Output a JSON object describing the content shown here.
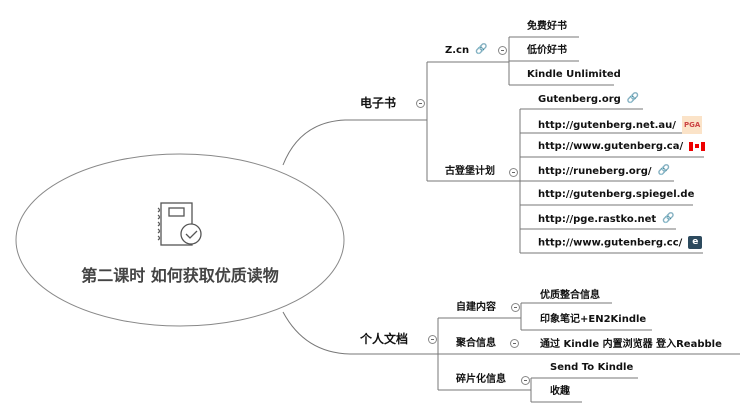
{
  "root": {
    "title": "第二课时 如何获取优质读物",
    "icon": "notebook-check-icon"
  },
  "ebook": {
    "label": "电子书",
    "zcn": {
      "label": "Z.cn",
      "icon": "link-icon",
      "children": [
        "免费好书",
        "低价好书",
        "Kindle Unlimited"
      ]
    },
    "gutenberg": {
      "label": "古登堡计划",
      "children": [
        {
          "label": "Gutenberg.org",
          "icon": "link-icon"
        },
        {
          "label": "http://gutenberg.net.au/",
          "icon": "pga-logo-icon"
        },
        {
          "label": "http://www.gutenberg.ca/",
          "icon": "canada-flag-icon"
        },
        {
          "label": "http://runeberg.org/",
          "icon": "link-icon"
        },
        {
          "label": "http://gutenberg.spiegel.de",
          "icon": ""
        },
        {
          "label": "http://pge.rastko.net",
          "icon": "link-icon"
        },
        {
          "label": "http://www.gutenberg.cc/",
          "icon": "book-logo-icon"
        }
      ]
    }
  },
  "personal": {
    "label": "个人文档",
    "self": {
      "label": "自建内容",
      "children": [
        "优质整合信息",
        "印象笔记+EN2Kindle"
      ]
    },
    "agg": {
      "label": "聚合信息",
      "children": [
        "通过 Kindle 内置浏览器 登入Reabble"
      ]
    },
    "frag": {
      "label": "碎片化信息",
      "children": [
        "Send To Kindle",
        "收趣"
      ]
    }
  },
  "colors": {
    "line": "#777777",
    "link": "#2a7be4"
  }
}
